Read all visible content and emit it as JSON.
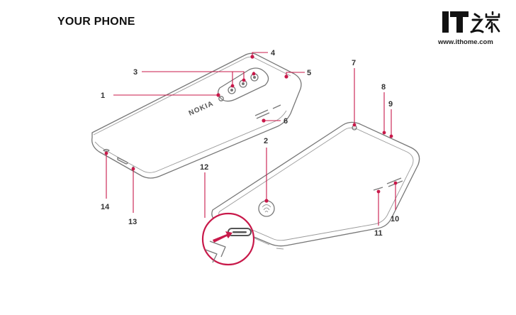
{
  "title": "YOUR PHONE",
  "brand": "NOKIA",
  "logo": {
    "text": "IT之家",
    "url": "www.ithome.com",
    "color": "#111111"
  },
  "accent_color": "#c8194a",
  "callouts": [
    "1",
    "2",
    "3",
    "4",
    "5",
    "6",
    "7",
    "8",
    "9",
    "10",
    "11",
    "12",
    "13",
    "14"
  ]
}
